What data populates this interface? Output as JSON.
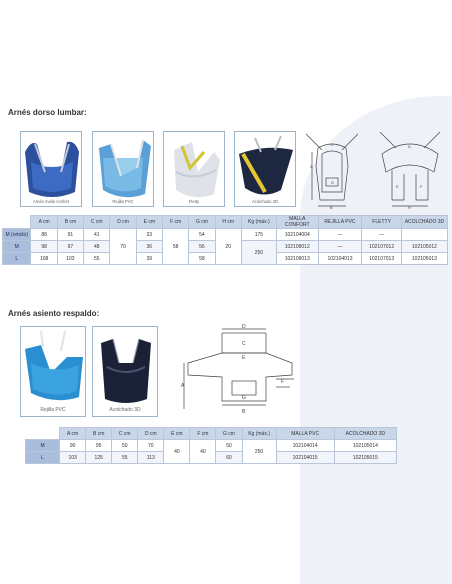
{
  "section1": {
    "title": "Arnés dorso lumbar:",
    "thumbs": [
      "Arnés malla confort",
      "Rejilla PVC",
      "Fletty",
      "Acolchado 3D"
    ],
    "table": {
      "headers": [
        "",
        "A cm",
        "B cm",
        "C cm",
        "D cm",
        "E cm",
        "F cm",
        "G cm",
        "H cm",
        "Kg (máx.)",
        "MALLA CONFORT",
        "REJILLA PVC",
        "FLETTY",
        "ACOLCHADO 3D"
      ],
      "rows": [
        {
          "label": "M (ortolio)",
          "A": "88",
          "B": "91",
          "C": "41",
          "E": "33",
          "G": "54",
          "Kg": "175",
          "malla": "102104004",
          "rejilla": "—",
          "fletty": "—"
        },
        {
          "label": "M",
          "A": "98",
          "B": "97",
          "C": "48",
          "E": "36",
          "G": "56",
          "malla": "102109012",
          "rejilla": "—",
          "fletty": "102107012",
          "acolchado": "102105012"
        },
        {
          "label": "L",
          "A": "108",
          "B": "103",
          "C": "55",
          "E": "39",
          "G": "58",
          "malla": "102109013",
          "rejilla": "102104013",
          "fletty": "102107013",
          "acolchado": "102105013"
        }
      ],
      "merged": {
        "D": "70",
        "F": "58",
        "H": "20",
        "Kg": "250"
      }
    }
  },
  "section2": {
    "title": "Arnés asiento respaldo:",
    "thumbs": [
      "Rejilla PVC",
      "Acolchado 3D"
    ],
    "table": {
      "headers": [
        "",
        "A cm",
        "B cm",
        "C cm",
        "D cm",
        "E cm",
        "F cm",
        "G cm",
        "Kg (máx.)",
        "MALLA PVC",
        "ACOLCHADO 3D"
      ],
      "rows": [
        {
          "label": "M",
          "A": "90",
          "B": "95",
          "C": "50",
          "D": "70",
          "G": "50",
          "malla": "102104014",
          "acolchado": "102105014"
        },
        {
          "label": "L",
          "A": "103",
          "B": "125",
          "C": "55",
          "D": "113",
          "G": "60",
          "malla": "102104015",
          "acolchado": "102105015"
        }
      ],
      "merged": {
        "E": "40",
        "F": "40",
        "Kg": "250"
      }
    }
  },
  "diagram_labels": {
    "a": "A",
    "b": "B",
    "c": "C",
    "d": "D",
    "e": "E",
    "f": "F",
    "g": "G",
    "h": "H"
  },
  "colors": {
    "header_bg": "#c9d6ea",
    "row_label_bg": "#a9bedc",
    "page_accent": "#eef2f8",
    "harness_blue": "#2a63b8",
    "harness_navy": "#1f2a44"
  }
}
